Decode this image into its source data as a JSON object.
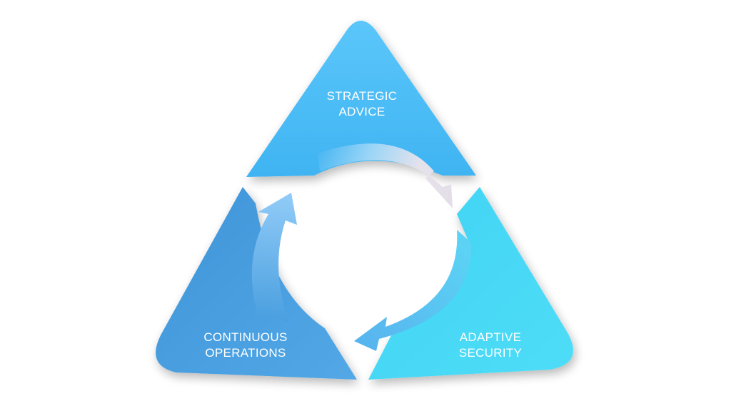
{
  "diagram": {
    "segments": [
      {
        "id": "top",
        "line1": "STRATEGIC",
        "line2": "ADVICE",
        "color": "#4DBEF7"
      },
      {
        "id": "right",
        "line1": "ADAPTIVE",
        "line2": "SECURITY",
        "color": "#45D6F5"
      },
      {
        "id": "left",
        "line1": "CONTINUOUS",
        "line2": "OPERATIONS",
        "color": "#4A9EDE"
      }
    ],
    "colors": {
      "arrow_light": "#E7E3EC",
      "arrow_blue": "#7FC3F8",
      "background": "#FFFFFF"
    }
  }
}
